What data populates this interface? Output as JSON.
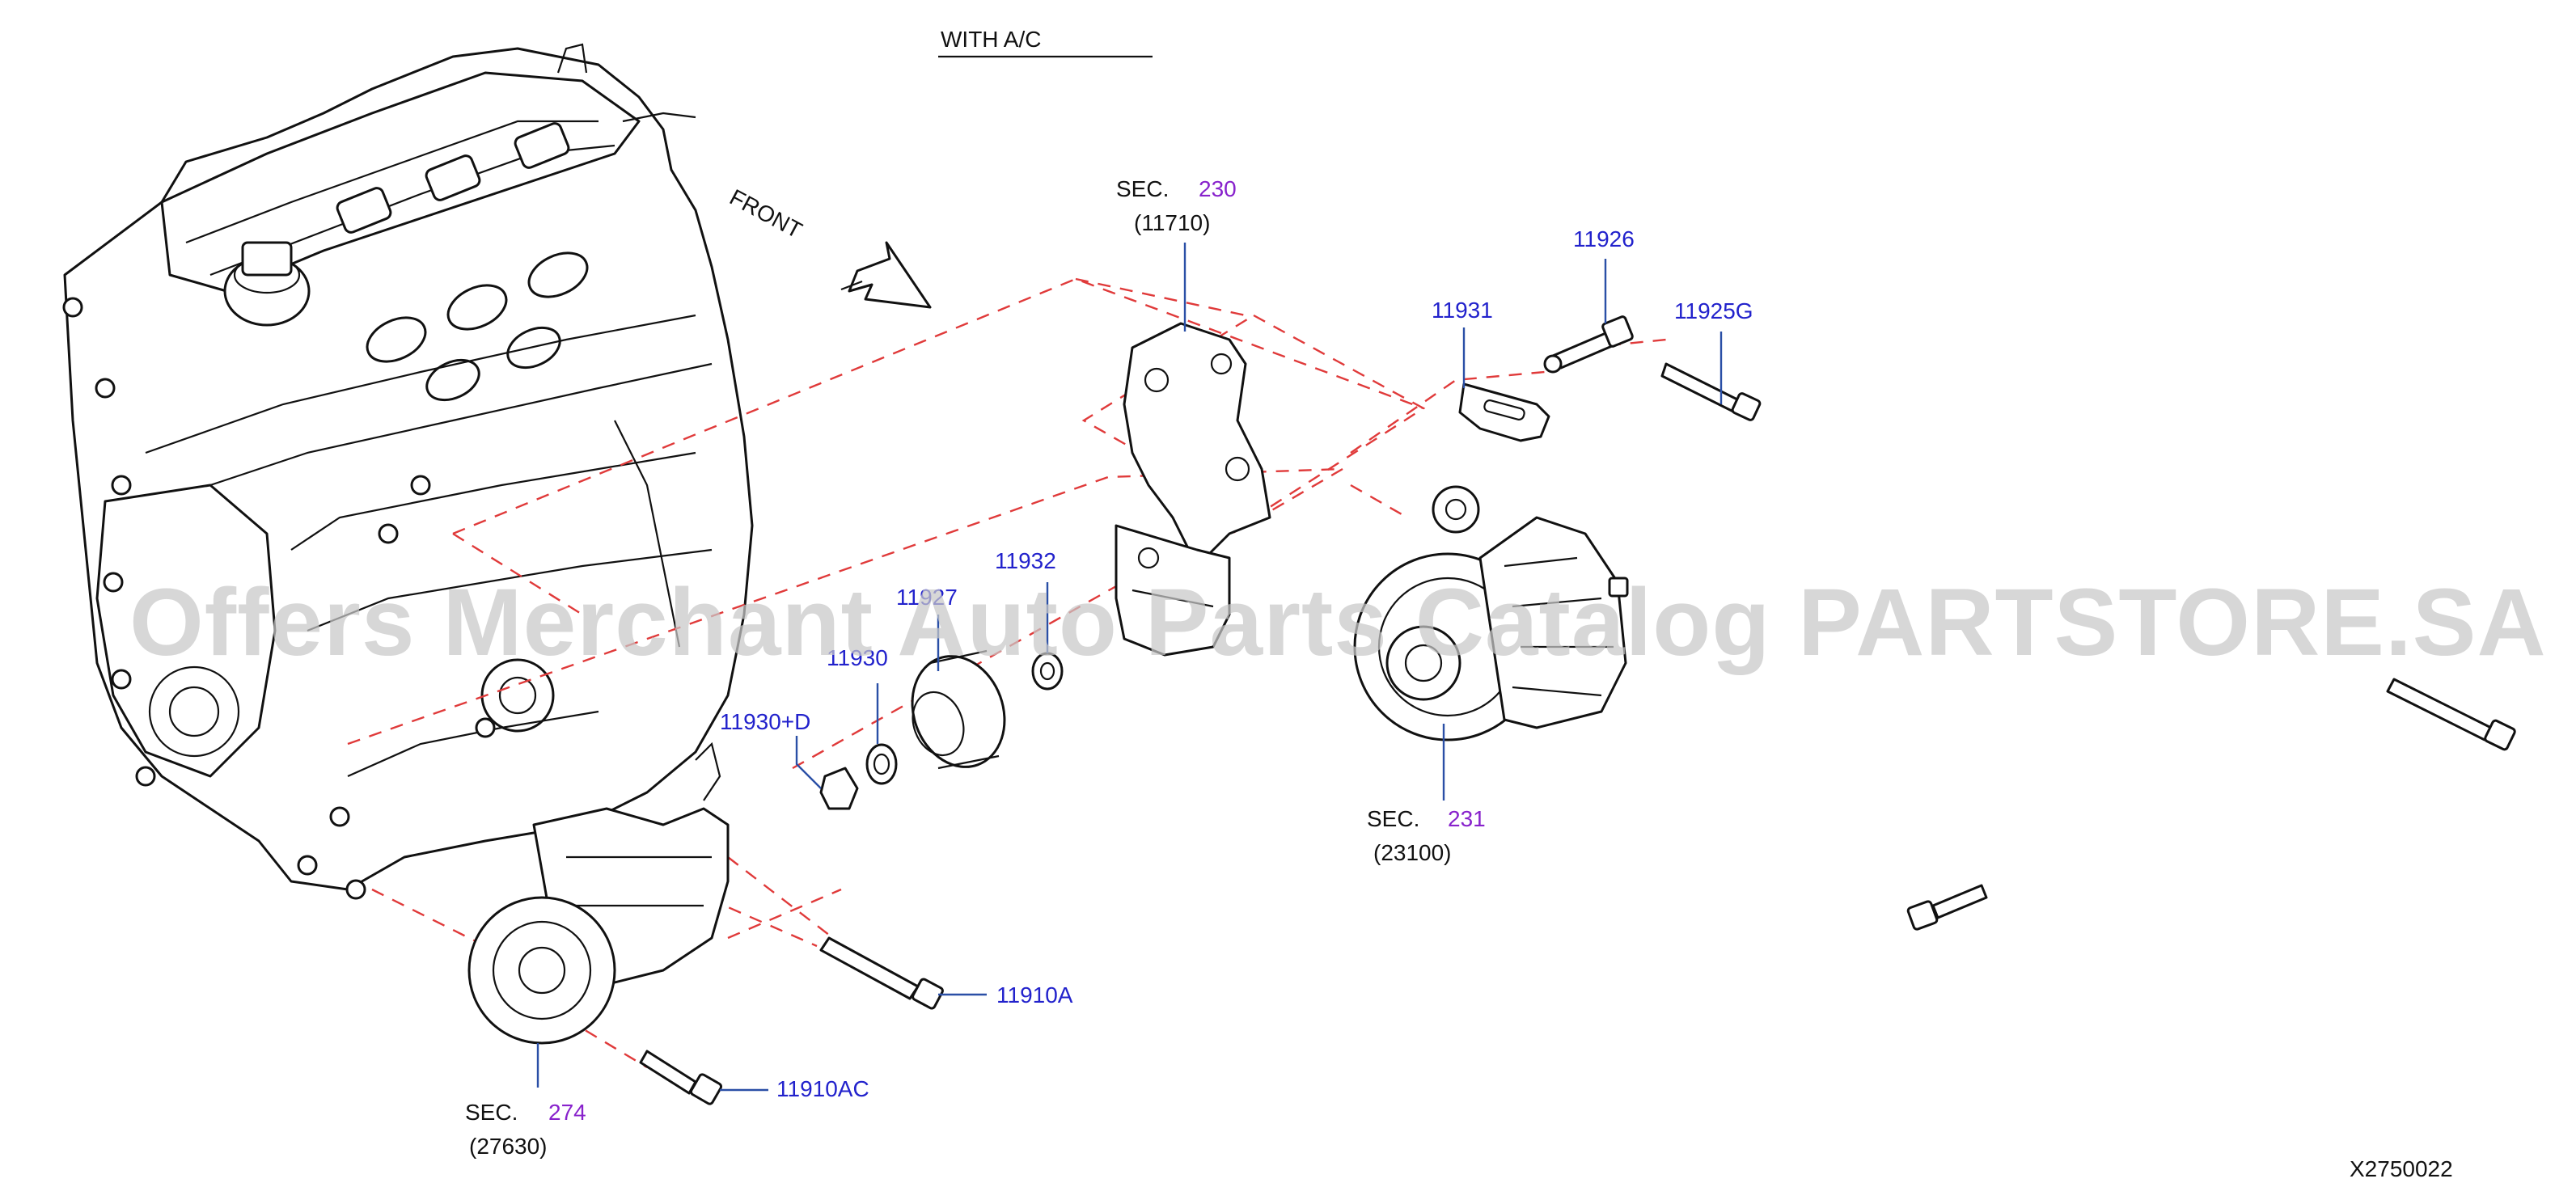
{
  "header": {
    "variant": "WITH  A/C",
    "front_label": "FRONT"
  },
  "callouts": [
    {
      "id": "11926"
    },
    {
      "id": "11931"
    },
    {
      "id": "11925G"
    },
    {
      "id": "11932"
    },
    {
      "id": "11927"
    },
    {
      "id": "11930"
    },
    {
      "id": "11930+D"
    },
    {
      "id": "11910A"
    },
    {
      "id": "11910AC"
    }
  ],
  "section_refs": [
    {
      "prefix": "SEC.",
      "number": "230",
      "part": "(11710)"
    },
    {
      "prefix": "SEC.",
      "number": "231",
      "part": "(23100)"
    },
    {
      "prefix": "SEC.",
      "number": "274",
      "part": "(27630)"
    }
  ],
  "watermark": "Offers Merchant Auto Parts Catalog PARTSTORE.SA",
  "diagram_code": "X2750022",
  "colors": {
    "callout": "#2222cc",
    "section_number": "#8822cc",
    "dashed_guide": "#e03a3a",
    "leader": "#2a4fa6",
    "watermark": "#c8c8c8"
  }
}
